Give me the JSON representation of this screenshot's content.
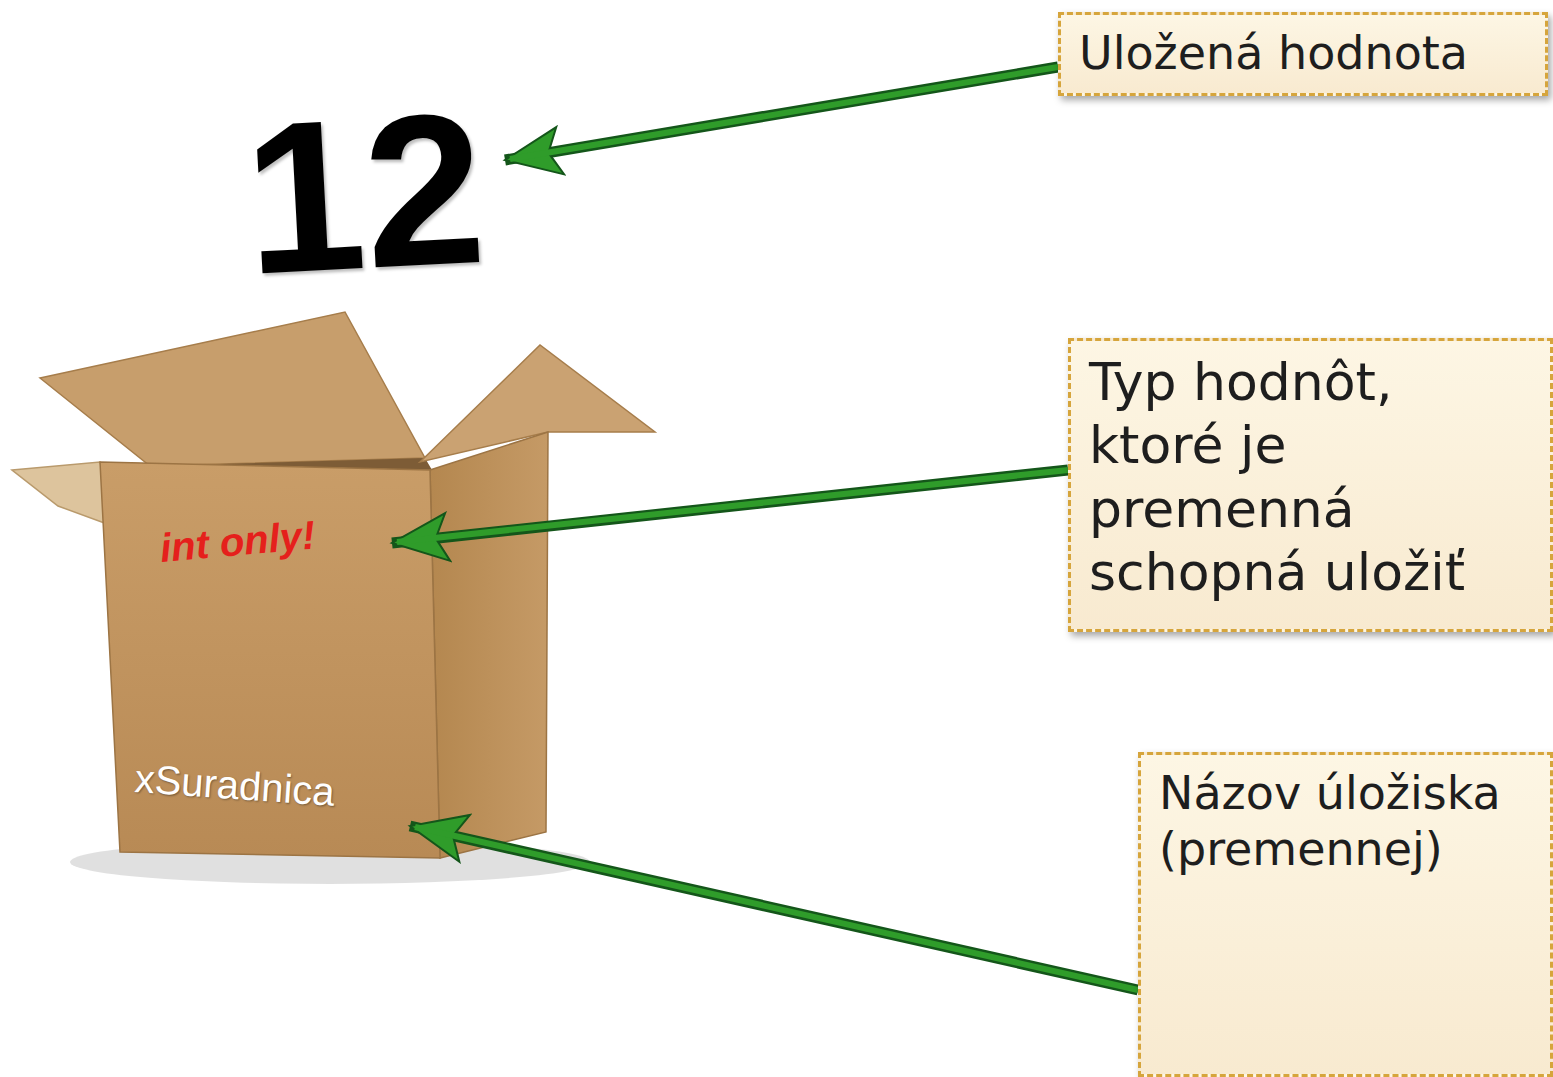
{
  "diagram": {
    "nodes": [
      {
        "text": [
          "Uložená hodnota"
        ]
      },
      {
        "text": [
          "Typ hodnôt, ktoré je premenná schopná uložiť"
        ]
      },
      {
        "text": [
          "Názov úložiska (premennej)"
        ]
      }
    ],
    "labels": [
      "12",
      "int only!",
      "xSuradnica"
    ]
  }
}
